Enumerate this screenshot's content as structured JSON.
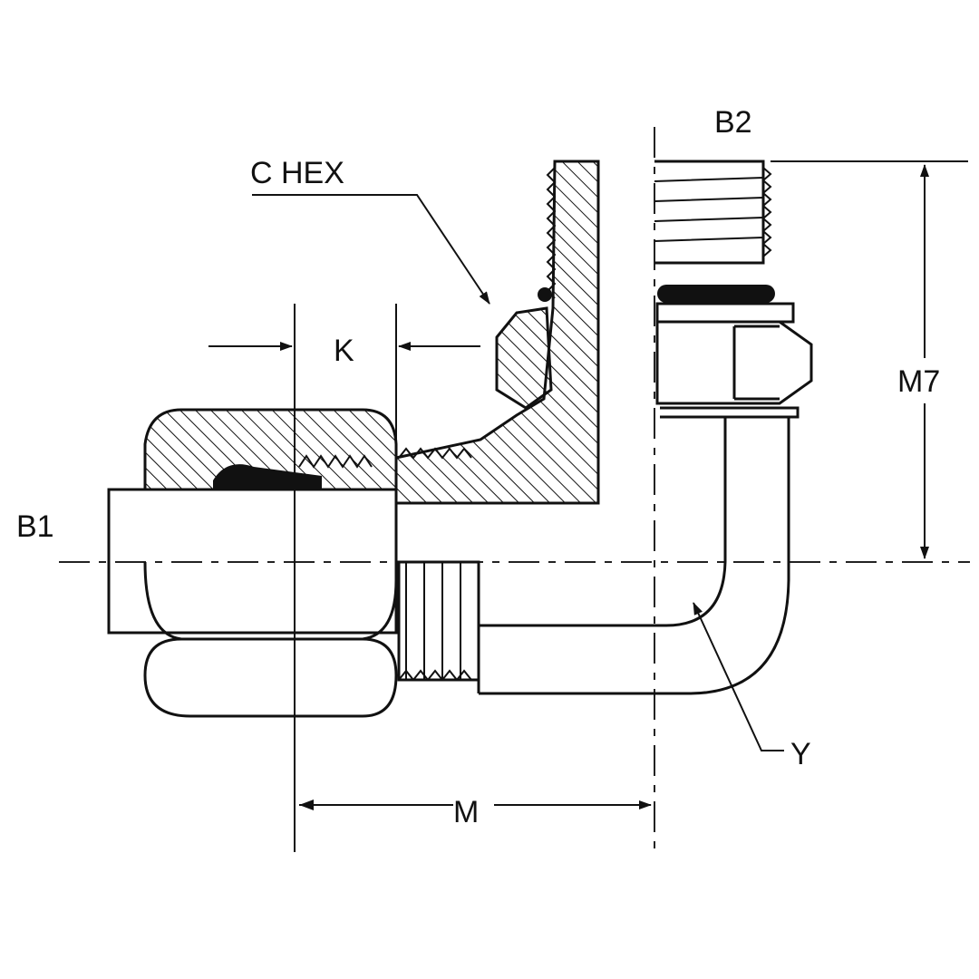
{
  "labels": {
    "b2": "B2",
    "c_hex": "C HEX",
    "k": "K",
    "m7": "M7",
    "b1": "B1",
    "y": "Y",
    "m": "M"
  },
  "colors": {
    "line": "#111111",
    "background": "#ffffff"
  }
}
